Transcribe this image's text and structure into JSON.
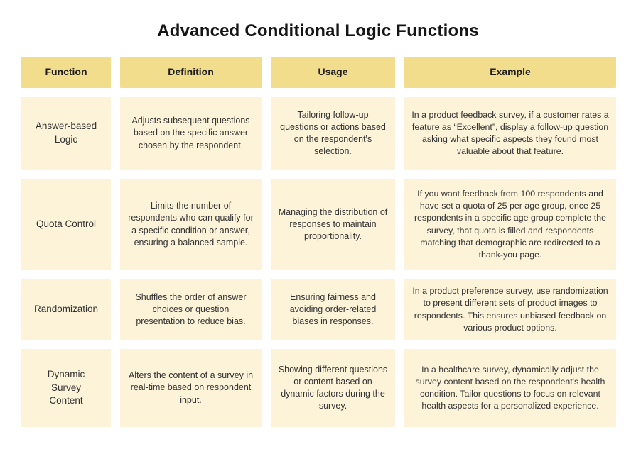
{
  "title": "Advanced Conditional Logic Functions",
  "colors": {
    "header_bg": "#F2DD8C",
    "cell_bg": "#FCF3D9",
    "text": "#333333"
  },
  "table": {
    "columns": [
      "Function",
      "Definition",
      "Usage",
      "Example"
    ],
    "rows": [
      {
        "function": "Answer-based Logic",
        "definition": "Adjusts subsequent questions based on the specific answer chosen by the respondent.",
        "usage": "Tailoring follow-up questions or actions based on the respondent's selection.",
        "example": "In a product feedback survey, if a customer rates a feature as “Excellent”, display a follow-up question asking what specific aspects they found most valuable about that feature."
      },
      {
        "function": "Quota Control",
        "definition": "Limits the number of respondents who can qualify for a specific condition or answer, ensuring a balanced sample.",
        "usage": "Managing the distribution of responses to maintain proportionality.",
        "example": "If you want feedback from 100 respondents and have set a quota of 25 per age group, once 25 respondents in a specific age group complete the survey, that quota is filled and respondents matching that demographic are redirected to a thank-you page."
      },
      {
        "function": "Randomization",
        "definition": "Shuffles the order of answer choices or question presentation to reduce bias.",
        "usage": "Ensuring fairness and avoiding order-related biases in responses.",
        "example": "In a product preference survey, use randomization to present different sets of product images to respondents. This ensures unbiased feedback on various product options."
      },
      {
        "function": "Dynamic Survey Content",
        "definition": "Alters the content of a survey in real-time based on respondent input.",
        "usage": "Showing different questions or content based on dynamic factors during the survey.",
        "example": "In a healthcare survey, dynamically adjust the survey content based on the respondent's health condition. Tailor questions to focus on relevant health aspects for a personalized experience."
      }
    ]
  }
}
